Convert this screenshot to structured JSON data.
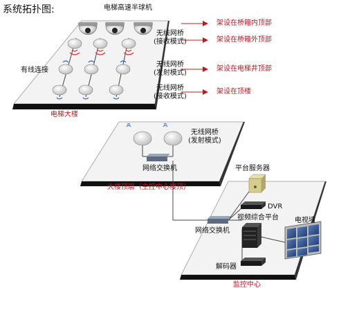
{
  "title": "系统拓扑图:",
  "elevator_building": {
    "camera_label": "电梯高速半球机",
    "bridge_receive_1": [
      "无线网桥",
      "(接收模式)"
    ],
    "bridge_transmit": [
      "无线网桥",
      "(发射模式)"
    ],
    "bridge_receive_2": [
      "无线网桥",
      "(接收模式)"
    ],
    "wired_label": "有线连接",
    "floor_label": "电梯大楼",
    "mount_notes": [
      "架设在桥箱内顶部",
      "架设在桥箱外顶部",
      "架设在电梯井顶部",
      "架设在顶楼"
    ]
  },
  "rooftop": {
    "bridge_label": [
      "无线网桥",
      "(发射模式)"
    ],
    "switch_label": "网络交换机",
    "floor_label": "大楼顶层（主控中心楼顶）"
  },
  "control_center": {
    "server_label": "平台服务器",
    "dvr_label": "DVR",
    "platform_label": "视频综合平台",
    "switch_label": "网络交换机",
    "tvwall_label": "电视墙",
    "decoder_label": "解码器",
    "floor_label": "监控中心"
  },
  "colors": {
    "note_red": "#c8141e",
    "floor_top": "#f2f2f2",
    "floor_edge": "#1a1a1a"
  }
}
